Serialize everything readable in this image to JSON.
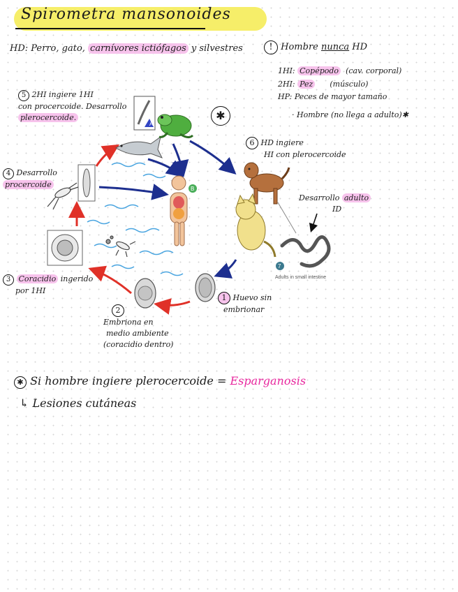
{
  "title": "Spirometra mansonoides",
  "hd_line": {
    "prefix": "HD: Perro, gato, ",
    "highlight": "carnívores ictiófagos",
    "suffix": " y silvestres"
  },
  "note1": {
    "number": "!",
    "text_a": "Hombre ",
    "text_b": "nunca",
    "text_c": " HD"
  },
  "hosts": {
    "hi1_label": "1HI: ",
    "hi1_value": "Copépodo",
    "hi1_note": "(cav. corporal)",
    "hi2_label": "2HI: ",
    "hi2_value": "Pez",
    "hi2_note": "(músculo)",
    "hp_label": "HP: ",
    "hp_value": "Peces de mayor tamaño",
    "human_note": "· Hombre (no llega a adulto)"
  },
  "star_symbol": "✱",
  "steps": {
    "s5": {
      "num": "5",
      "line1": "2HI ingiere 1HI",
      "line2": "con procercoide. Desarrollo",
      "line3": "plerocercoide."
    },
    "s4": {
      "num": "4",
      "line1": "Desarrollo",
      "line2": "procercoide"
    },
    "s3": {
      "num": "3",
      "line1a": "Coracidio",
      "line1b": " ingerido",
      "line2": "por 1HI"
    },
    "s2": {
      "num": "2",
      "line1": "Embriona en",
      "line2": "medio ambiente",
      "line3": "(coracidio dentro)"
    },
    "s1": {
      "num": "1",
      "line1": "Huevo sin",
      "line2": "embrionar"
    },
    "s6": {
      "num": "6",
      "line1": "HD ingiere",
      "line2": "HI con plerocercoide"
    }
  },
  "adult_note": {
    "a": "Desarrollo ",
    "b": "adulto",
    "c": "ID"
  },
  "diagram": {
    "badge_a": "A",
    "badge_b": "B",
    "badge_7": "7",
    "adult_caption": "Adults in small intestine"
  },
  "bottom": {
    "line1_a": "Si hombre ingiere plerocercoide = ",
    "line1_b": "Esparganosis",
    "line2": "Lesiones cutáneas"
  },
  "colors": {
    "highlight_yellow": "#f6ee69",
    "highlight_pink": "#f7c3ec",
    "magenta": "#e8279e",
    "arrow_red": "#e03128",
    "arrow_blue": "#1d2f8f",
    "water": "#4aa5e0"
  }
}
